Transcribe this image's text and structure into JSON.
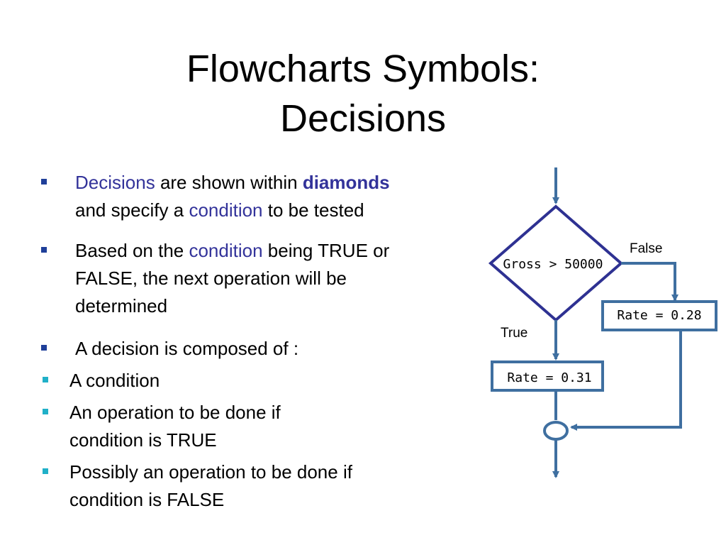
{
  "slide": {
    "title_line1": "Flowcharts Symbols:",
    "title_line2": "Decisions"
  },
  "bullets": {
    "b1": {
      "w1": "Decisions",
      "w2": " are shown within ",
      "w3": "diamonds",
      "w4": "and specify a ",
      "w5": "condition",
      "w6": " to be tested"
    },
    "b2": {
      "w1": "Based on the ",
      "w2": "condition",
      "w3": " being TRUE or",
      "w4": "FALSE, the next operation will be",
      "w5": "determined"
    },
    "b3": {
      "text": "A decision is composed of :",
      "sub1": "A condition",
      "sub2_l1": "An operation to be done if",
      "sub2_l2": "condition is TRUE",
      "sub3_l1": "Possibly an operation to be done if",
      "sub3_l2": "condition is FALSE"
    }
  },
  "flowchart": {
    "decision_text": "Gross > 50000",
    "false_label": "False",
    "true_label": "True",
    "false_box": "Rate = 0.28",
    "true_box": "Rate = 0.31"
  },
  "colors": {
    "diamond_stroke": "#2e3192",
    "line_color": "#3f6fa0",
    "highlight_text": "#33339a",
    "bullet_l1": "#1f3f99",
    "bullet_l2": "#20b0c8"
  }
}
